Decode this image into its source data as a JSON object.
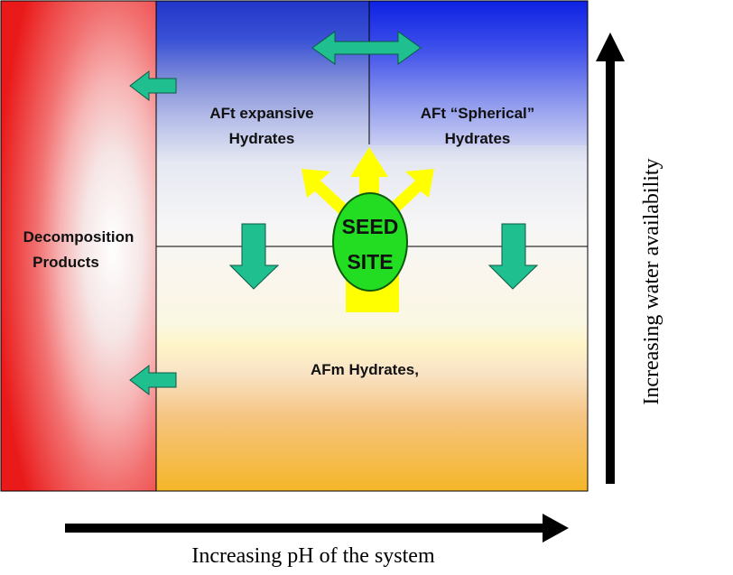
{
  "labels": {
    "aft_expansive_1": "AFt expansive",
    "aft_expansive_2": "Hydrates",
    "aft_spherical_1": "AFt “Spherical”",
    "aft_spherical_2": "Hydrates",
    "decomposition_1": "Decomposition",
    "decomposition_2": "Products",
    "seed_1": "SEED",
    "seed_2": "SITE",
    "afm": "AFm Hydrates,"
  },
  "axes": {
    "x_label": "Increasing pH of the system",
    "y_label": "Increasing water availability"
  },
  "colors": {
    "arrow_teal": "#1FBF8F",
    "seed_green": "#22DD22",
    "yellow_arrows": "#FFFF00",
    "decomposition_red": "#EE2222",
    "aft_blue": "#2233CC",
    "afm_orange": "#F5B830"
  }
}
